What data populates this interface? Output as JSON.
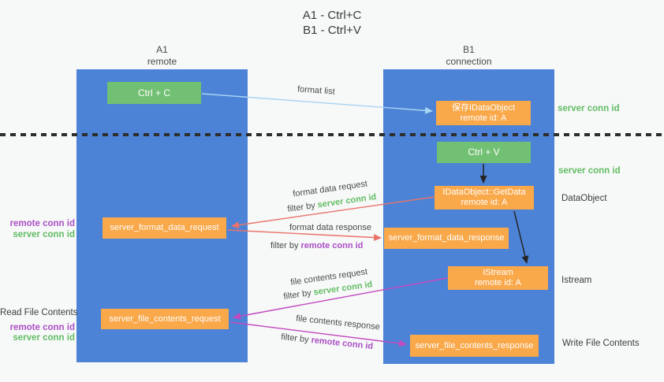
{
  "title": {
    "line1": "A1 - Ctrl+C",
    "line2": "B1 - Ctrl+V"
  },
  "columns": {
    "a1": {
      "name": "A1",
      "subtitle": "remote"
    },
    "b1": {
      "name": "B1",
      "subtitle": "connection"
    }
  },
  "nodes": {
    "ctrl_c": {
      "label": "Ctrl + C"
    },
    "save_idataobject": {
      "line1": "保存IDataObject",
      "line2": "remote id: A"
    },
    "ctrl_v": {
      "label": "Ctrl + V"
    },
    "idataobject_getdata": {
      "line1": "IDataObject::GetData",
      "line2": "remote id: A"
    },
    "server_format_data_request": {
      "label": "server_format_data_request"
    },
    "server_format_data_response": {
      "label": "server_format_data_response"
    },
    "istream": {
      "line1": "IStream",
      "line2": "remote id: A"
    },
    "server_file_contents_request": {
      "label": "server_file_contents_request"
    },
    "server_file_contents_response": {
      "label": "server_file_contents_response"
    }
  },
  "right_labels": {
    "server_conn_id_1": "server conn id",
    "server_conn_id_2": "server conn id",
    "dataobject": "DataObject",
    "istream": "Istream",
    "write_file_contents": "Write File Contents"
  },
  "left_labels": {
    "remote_conn_id_1": "remote conn id",
    "server_conn_id_1": "server conn id",
    "read_file_contents": "Read File Contents",
    "remote_conn_id_2": "remote conn id",
    "server_conn_id_2": "server conn id"
  },
  "arrows": {
    "format_list": {
      "label": "format list"
    },
    "format_data_request": {
      "label": "format data request",
      "filter_prefix": "filter by",
      "filter_key": "server conn id"
    },
    "format_data_response": {
      "label": "format data response",
      "filter_prefix": "filter by",
      "filter_key": "remote conn id"
    },
    "file_contents_request": {
      "label": "file contents request",
      "filter_prefix": "filter by",
      "filter_key": "server conn id"
    },
    "file_contents_response": {
      "label": "file contents response",
      "filter_prefix": "filter by",
      "filter_key": "remote conn id"
    }
  },
  "colors": {
    "column_blue": "#4c83d6",
    "box_green": "#72c073",
    "box_orange": "#f9a84a",
    "arrow_light_blue": "#a7d4f2",
    "arrow_red": "#e9736b",
    "arrow_magenta": "#c149bf",
    "arrow_black": "#252525",
    "text_green": "#62bd63",
    "text_purple": "#ab4fc5",
    "text_dark": "#3d3d3d"
  }
}
